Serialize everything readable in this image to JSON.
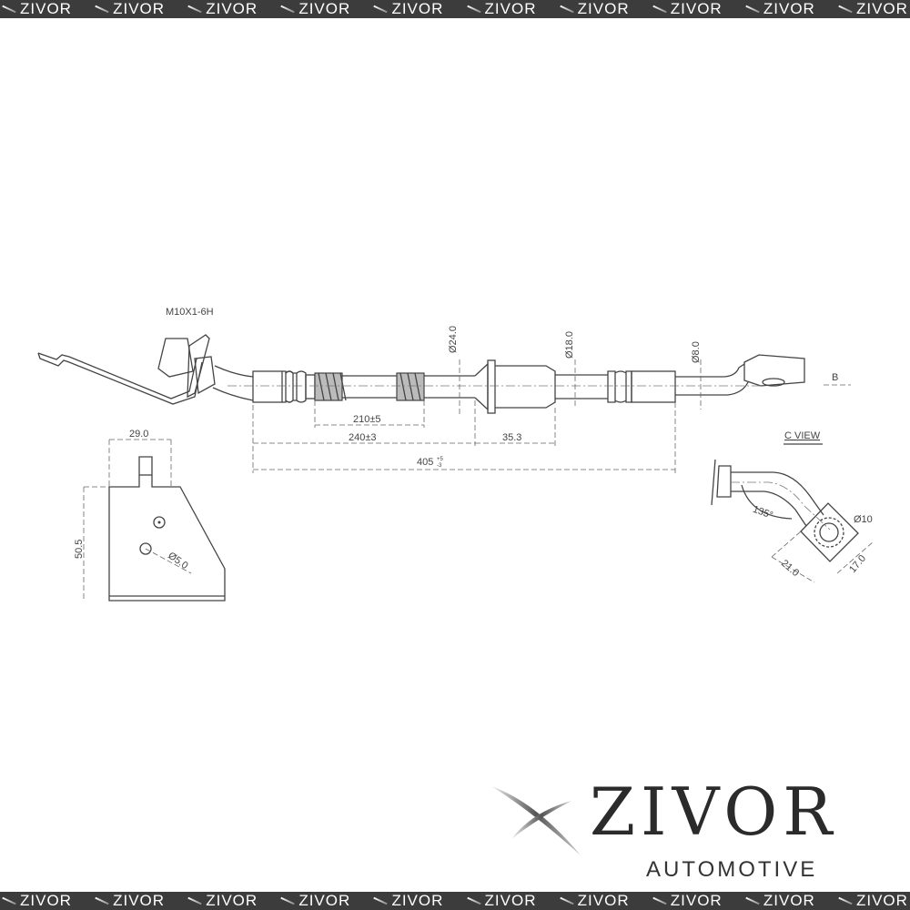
{
  "banner": {
    "brand": "ZIVOR",
    "repeat": 10,
    "background": "#3c3c3c"
  },
  "drawing": {
    "thread_spec": "M10X1-6H",
    "dia_24": "Ø24.0",
    "dia_18": "Ø18.0",
    "dia_8": "Ø8.0",
    "len_210": "210±5",
    "len_240": "240±3",
    "len_35": "35.3",
    "len_405": "405",
    "len_405_tol_upper": "+5",
    "len_405_tol_lower": "-3",
    "view_arrow": "B",
    "c_view_label": "C VIEW",
    "bracket_width": "29.0",
    "bracket_height": "50.5",
    "hole_dia": "Ø5.0",
    "angle": "135°",
    "eye_dia": "Ø10",
    "eye_w": "21.0",
    "eye_h": "17.0"
  },
  "logo": {
    "brand": "ZIVOR",
    "subtitle": "AUTOMOTIVE"
  }
}
